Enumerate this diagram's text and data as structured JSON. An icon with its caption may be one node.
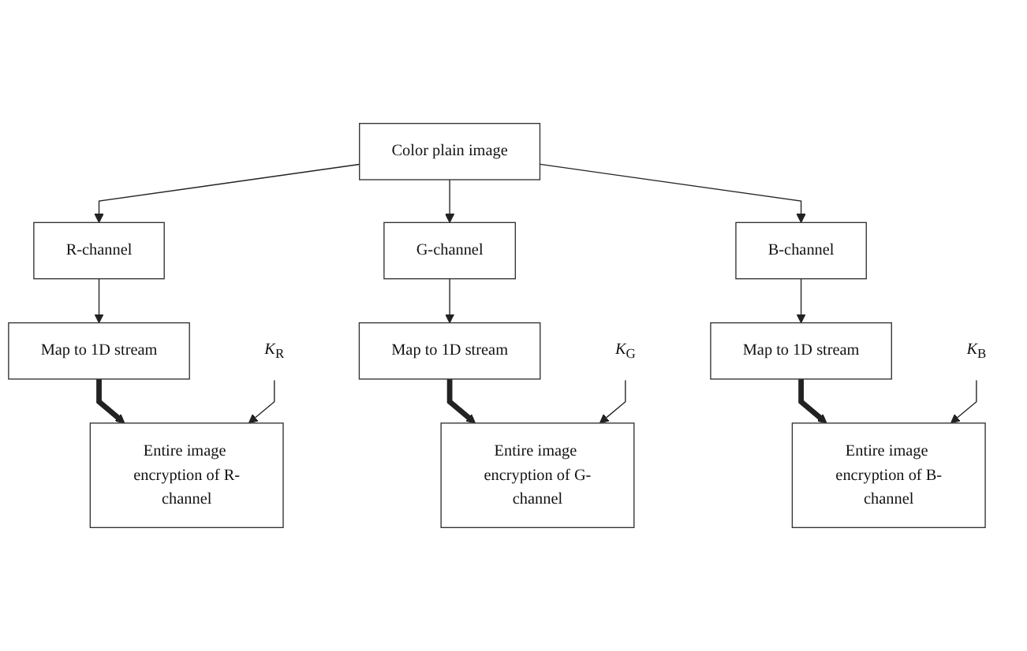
{
  "diagram": {
    "nodes": [
      {
        "text": [
          "Color plain image"
        ]
      },
      {
        "text": [
          "R-channel"
        ]
      },
      {
        "text": [
          "G-channel"
        ]
      },
      {
        "text": [
          "B-channel"
        ]
      },
      {
        "text": [
          "Map to 1D stream"
        ]
      },
      {
        "text": [
          "Map to 1D stream"
        ]
      },
      {
        "text": [
          "Map to 1D stream"
        ]
      },
      {
        "text": [
          "Entire image encryption of R-channel"
        ]
      },
      {
        "text": [
          "Entire image encryption of G-channel"
        ]
      },
      {
        "text": [
          "Entire image encryption of B-channel"
        ]
      },
      {
        "text": [
          "*K*$_{R}$"
        ]
      },
      {
        "text": [
          "*K*$_{G}$"
        ]
      },
      {
        "text": [
          "*K*$_{B}$"
        ]
      }
    ],
    "edges": [
      {
        "from": 0,
        "to": 1,
        "arrow": "to"
      },
      {
        "from": 0,
        "to": 2,
        "arrow": "to"
      },
      {
        "from": 0,
        "to": 3,
        "arrow": "to"
      },
      {
        "from": 1,
        "to": 4,
        "arrow": "to"
      },
      {
        "from": 2,
        "to": 5,
        "arrow": "to"
      },
      {
        "from": 3,
        "to": 6,
        "arrow": "to"
      },
      {
        "from": 4,
        "to": 7,
        "arrow": "to",
        "style": "thick"
      },
      {
        "from": 5,
        "to": 8,
        "arrow": "to",
        "style": "thick"
      },
      {
        "from": 6,
        "to": 9,
        "arrow": "to",
        "style": "thick"
      },
      {
        "from": 10,
        "to": 7,
        "arrow": "to"
      },
      {
        "from": 11,
        "to": 8,
        "arrow": "to"
      },
      {
        "from": 12,
        "to": 9,
        "arrow": "to"
      }
    ]
  }
}
